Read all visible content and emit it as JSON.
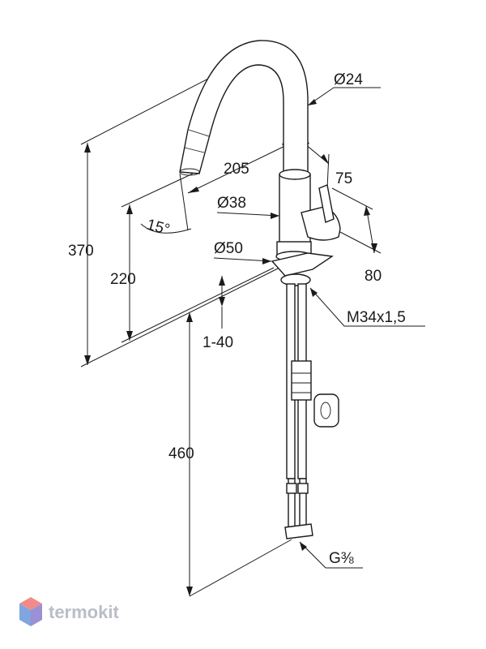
{
  "dimensions": {
    "pipe_diameter": "Ø24",
    "swivel_distance": "205",
    "handle_offset": "75",
    "body_diameter": "Ø38",
    "spray_angle": "15°",
    "base_diameter": "Ø50",
    "handle_height": "80",
    "total_height": "370",
    "spout_height": "220",
    "thread": "M34x1,5",
    "countertop_thickness": "1-40",
    "hose_length": "460",
    "connection": "G⅜"
  },
  "watermark": {
    "brand": "termokit",
    "colors": {
      "top": "#f28a8a",
      "left": "#7fa6e0",
      "right": "#9b8fd6"
    }
  }
}
